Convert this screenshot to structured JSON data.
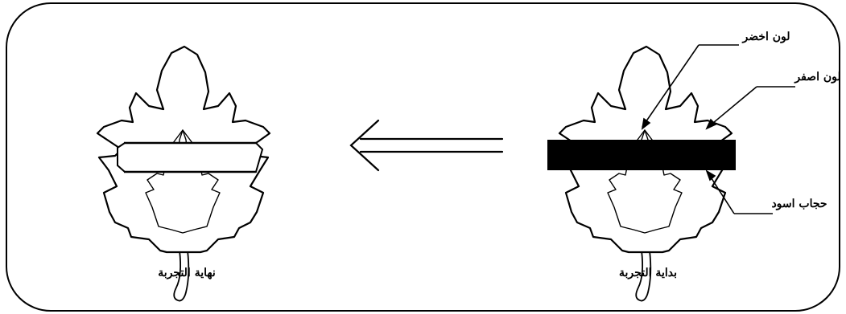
{
  "labels": {
    "green_color": "لون اخضر",
    "yellow_color": "لون اصفر",
    "black_cover": "حجاب اسود",
    "experiment_start": "بداية التجربة",
    "experiment_end": "نهاية التجربة"
  },
  "colors": {
    "line": "#000000",
    "cover_fill": "#000000",
    "background": "#ffffff"
  },
  "icons": {
    "leaf": "maple-leaf-icon",
    "arrow": "double-left-arrow-icon"
  }
}
